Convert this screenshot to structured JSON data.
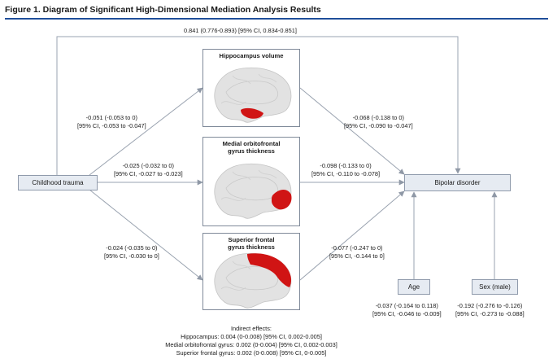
{
  "figure_title": "Figure 1. Diagram of Significant High-Dimensional Mediation Analysis Results",
  "nodes": {
    "exposure": "Childhood trauma",
    "outcome": "Bipolar disorder",
    "covariate_age": "Age",
    "covariate_sex": "Sex (male)"
  },
  "mediators": [
    {
      "title": "Hippocampus volume"
    },
    {
      "title": "Medial orbitofrontal\ngyrus thickness"
    },
    {
      "title": "Superior frontal\ngyrus thickness"
    }
  ],
  "paths": {
    "direct": "0.841 (0.776-0.893) [95% CI, 0.834-0.851]",
    "a_hippocampus": [
      "-0.051 (-0.053 to 0)",
      "[95% CI, -0.053 to -0.047]"
    ],
    "a_mofg": [
      "-0.025 (-0.032 to 0)",
      "[95% CI, -0.027 to -0.023]"
    ],
    "a_sfg": [
      "-0.024 (-0.035 to 0)",
      "[95% CI, -0.030 to 0]"
    ],
    "b_hippocampus": [
      "-0.068 (-0.138 to 0)",
      "[95% CI, -0.090 to -0.047]"
    ],
    "b_mofg": [
      "-0.098 (-0.133 to 0)",
      "[95% CI, -0.110 to -0.078]"
    ],
    "b_sfg": [
      "-0.077 (-0.247 to 0)",
      "[95% CI, -0.144 to 0]"
    ],
    "age": [
      "-0.037 (-0.164 to 0.118)",
      "[95% CI, -0.046 to -0.009]"
    ],
    "sex": [
      "-0.192 (-0.276 to -0.126)",
      "[95% CI, -0.273 to -0.088]"
    ]
  },
  "indirect_effects": {
    "heading": "Indirect effects:",
    "lines": [
      "Hippocampus: 0.004 (0-0.008) [95% CI, 0.002-0.005]",
      "Medial orbitofrontal gyrus: 0.002 (0-0.004) [95% CI, 0.002-0.003]",
      "Superior frontal gyrus: 0.002 (0-0.008) [95% CI, 0-0.005]"
    ]
  },
  "colors": {
    "title_rule": "#1f4e9a",
    "node_fill": "#e6ebf2",
    "node_border": "#8f9aab",
    "arrow": "#9aa3b0",
    "brain": "#e2e2e2",
    "highlight": "#d01414"
  },
  "icons": [
    "brain-medial-view-icon"
  ]
}
